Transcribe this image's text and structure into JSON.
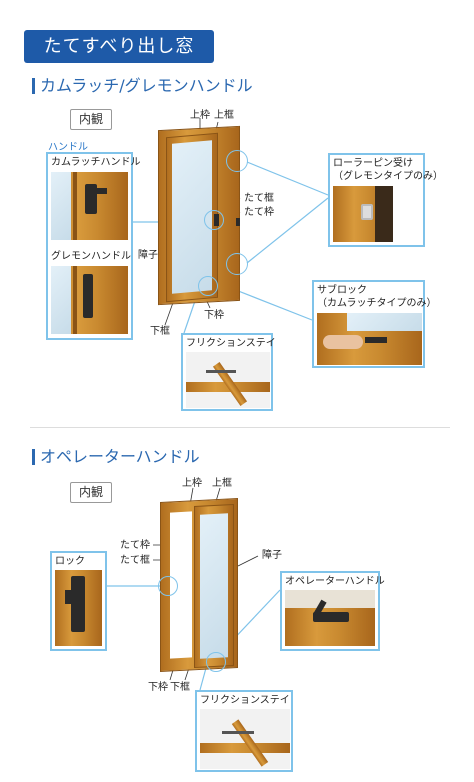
{
  "page_title": "たてすべり出し窓",
  "section1": {
    "heading": "カムラッチ/グレモンハンドル",
    "view_badge": "内観",
    "handle_label": "ハンドル",
    "camlatch_handle": "カムラッチハンドル",
    "gremon_handle": "グレモンハンドル",
    "labels": {
      "upper_frame": "上枠",
      "upper_sash": "上框",
      "side_sash": "たて框",
      "side_frame": "たて枠",
      "panel": "障子",
      "bottom_sash": "下框",
      "bottom_frame": "下枠"
    },
    "roller_pin": "ローラーピン受け",
    "roller_pin_note": "（グレモンタイプのみ）",
    "sub_lock": "サブロック",
    "sub_lock_note": "（カムラッチタイプのみ）",
    "friction_stay": "フリクションステイ"
  },
  "section2": {
    "heading": "オペレーターハンドル",
    "view_badge": "内観",
    "lock": "ロック",
    "operator_handle": "オペレーターハンドル",
    "friction_stay": "フリクションステイ",
    "labels": {
      "upper_frame": "上枠",
      "upper_sash": "上框",
      "side_frame": "たて枠",
      "side_sash": "たて框",
      "panel": "障子",
      "bottom_frame": "下枠",
      "bottom_sash": "下框"
    }
  },
  "colors": {
    "title_bg": "#1e5aa8",
    "heading": "#2b68b0",
    "callout_border": "#7fc3ea",
    "wood": "#c98a30"
  }
}
